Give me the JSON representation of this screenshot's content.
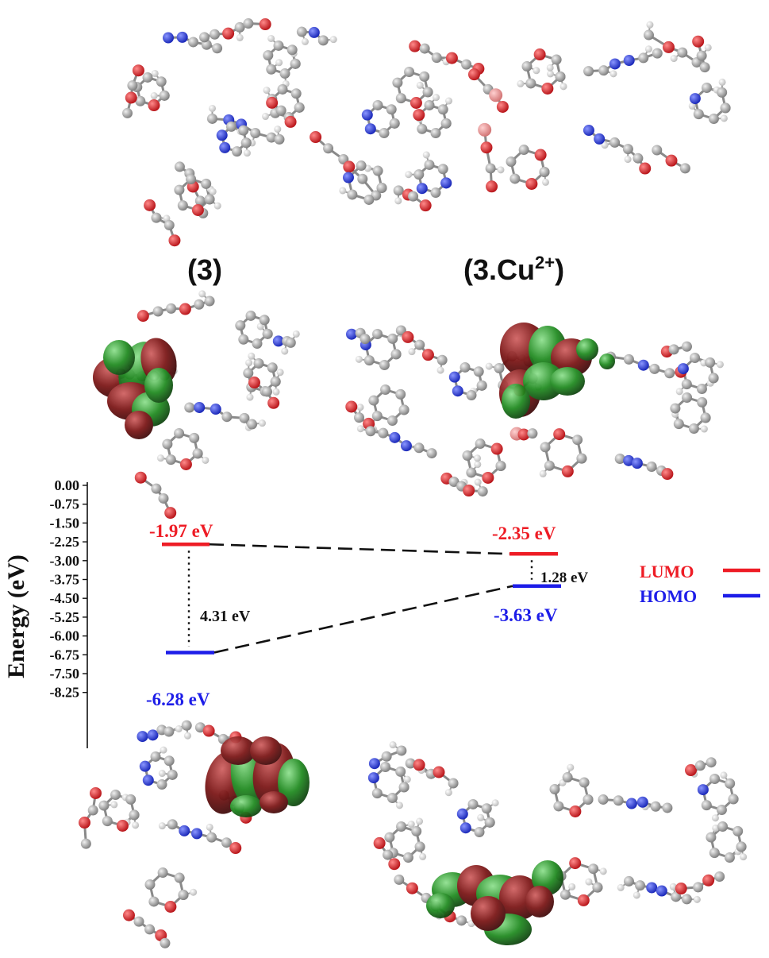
{
  "labels": {
    "compound_3": "(3)",
    "complex_prefix": "(3.Cu",
    "complex_charge": "2+",
    "complex_suffix": ")"
  },
  "energy_axis": {
    "label": "Energy (eV)",
    "ticks": [
      "0.00",
      "-0.75",
      "-1.50",
      "-2.25",
      "-3.00",
      "-3.75",
      "-4.50",
      "-5.25",
      "-6.00",
      "-6.75",
      "-7.50",
      "-8.25"
    ]
  },
  "levels": {
    "left_lumo": {
      "value": -1.97,
      "label": "-1.97 eV"
    },
    "left_homo": {
      "value": -6.28,
      "label": "-6.28 eV"
    },
    "right_lumo": {
      "value": -2.35,
      "label": "-2.35 eV"
    },
    "right_homo": {
      "value": -3.63,
      "label": "-3.63 eV"
    }
  },
  "gaps": {
    "left": "4.31 eV",
    "right": "1.28 eV"
  },
  "legend": [
    {
      "name": "LUMO",
      "color": "#ee1c25"
    },
    {
      "name": "HOMO",
      "color": "#1d1de8"
    }
  ],
  "colors": {
    "lumo": "#ee1c25",
    "homo": "#1d1de8",
    "carbon": "#9a9a9a",
    "oxygen": "#d2161c",
    "nitrogen": "#1f2fd6",
    "hydrogen": "#e8e8e8",
    "copper": "#e8a0a0",
    "orbital_green": "#1f7a1f",
    "orbital_red": "#7a1414"
  }
}
